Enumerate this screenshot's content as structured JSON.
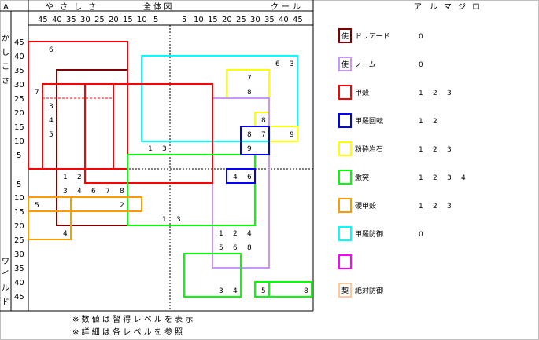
{
  "header": {
    "corner": "A",
    "yasashisa": [
      "や",
      "さ",
      "し",
      "さ"
    ],
    "overview": "全 体 図",
    "cool": [
      "ク",
      "ー",
      "ル"
    ],
    "top_ticks_left": [
      "45",
      "40",
      "35",
      "30",
      "25",
      "20",
      "15",
      "10",
      "5"
    ],
    "top_ticks_right": [
      "5",
      "10",
      "15",
      "20",
      "25",
      "30",
      "35",
      "40",
      "45"
    ]
  },
  "side": {
    "kashikosa": [
      "か",
      "し",
      "こ",
      "さ"
    ],
    "wild": [
      "ワ",
      "イ",
      "ル",
      "ド"
    ],
    "ticks_top": [
      "45",
      "40",
      "35",
      "30",
      "25",
      "20",
      "15",
      "10",
      "5"
    ],
    "ticks_bottom": [
      "5",
      "10",
      "15",
      "20",
      "25",
      "30",
      "35",
      "40",
      "45"
    ]
  },
  "columns_header": [
    "ア",
    "ル",
    "マ",
    "ジ",
    "ロ"
  ],
  "notes": [
    "※ 数 値 は 習 得 レ ベ ル を 表 示",
    "※ 詳 細 は 各 レ ベ ル を 参 照"
  ],
  "colors": {
    "dark_red": "#800000",
    "lavender": "#c896ff",
    "red": "#ff0000",
    "blue": "#0000ff",
    "yellow": "#ffff00",
    "green": "#00ff00",
    "orange": "#ff9900",
    "cyan": "#00ffff",
    "magenta": "#ff00ff",
    "peach": "#ffc896"
  },
  "legend": [
    {
      "icon": "使",
      "label": "ドリアード",
      "values": [
        "0"
      ],
      "color": "#800000"
    },
    {
      "icon": "使",
      "label": "ノーム",
      "values": [
        "0"
      ],
      "color": "#c896ff"
    },
    {
      "icon": "",
      "label": "甲殻",
      "values": [
        "1",
        "2",
        "3"
      ],
      "color": "#ff0000"
    },
    {
      "icon": "",
      "label": "甲羅回転",
      "values": [
        "1",
        "2"
      ],
      "color": "#0000ff"
    },
    {
      "icon": "",
      "label": "粉砕岩石",
      "values": [
        "1",
        "2",
        "3"
      ],
      "color": "#ffff00"
    },
    {
      "icon": "",
      "label": "激突",
      "values": [
        "1",
        "2",
        "3",
        "4"
      ],
      "color": "#00ff00"
    },
    {
      "icon": "",
      "label": "硬甲殻",
      "values": [
        "1",
        "2",
        "3"
      ],
      "color": "#ff9900"
    },
    {
      "icon": "",
      "label": "甲羅防御",
      "values": [
        "0"
      ],
      "color": "#00ffff"
    },
    {
      "icon": "",
      "label": "",
      "values": [],
      "color": "#ff00ff"
    },
    {
      "icon": "契",
      "label": "絶対防御",
      "values": [],
      "color": "#ffc896"
    }
  ],
  "grid_numbers": [
    "6",
    "6",
    "3",
    "7",
    "7",
    "8",
    "3",
    "4",
    "5",
    "8",
    "8",
    "7",
    "9",
    "1",
    "3",
    "9",
    "1",
    "2",
    "4",
    "6",
    "3",
    "4",
    "6",
    "7",
    "8",
    "5",
    "2",
    "1",
    "3",
    "4",
    "1",
    "2",
    "4",
    "5",
    "6",
    "8",
    "3",
    "4",
    "5",
    "8"
  ]
}
